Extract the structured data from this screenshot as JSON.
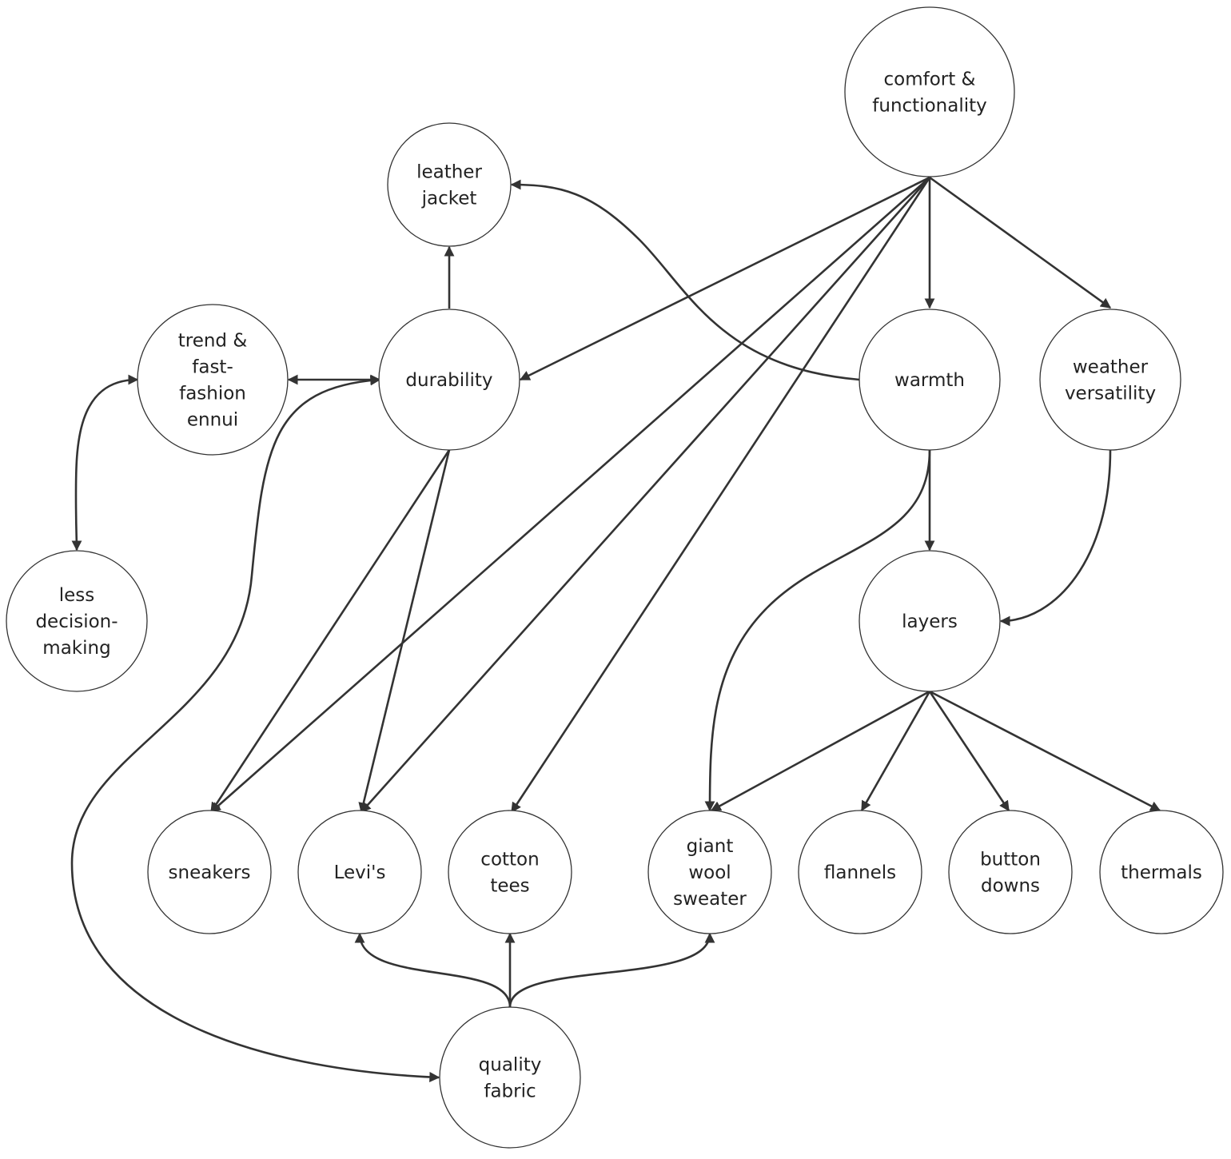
{
  "diagram": {
    "nodes": {
      "comfort": {
        "lines": [
          "comfort &",
          "functionality"
        ]
      },
      "leather": {
        "lines": [
          "leather",
          "jacket"
        ]
      },
      "trend": {
        "lines": [
          "trend &",
          "fast-",
          "fashion",
          "ennui"
        ]
      },
      "durability": {
        "lines": [
          "durability"
        ]
      },
      "warmth": {
        "lines": [
          "warmth"
        ]
      },
      "weather": {
        "lines": [
          "weather",
          "versatility"
        ]
      },
      "less": {
        "lines": [
          "less",
          "decision-",
          "making"
        ]
      },
      "layers": {
        "lines": [
          "layers"
        ]
      },
      "sneakers": {
        "lines": [
          "sneakers"
        ]
      },
      "levis": {
        "lines": [
          "Levi's"
        ]
      },
      "cotton": {
        "lines": [
          "cotton",
          "tees"
        ]
      },
      "sweater": {
        "lines": [
          "giant",
          "wool",
          "sweater"
        ]
      },
      "flannels": {
        "lines": [
          "flannels"
        ]
      },
      "buttondowns": {
        "lines": [
          "button",
          "downs"
        ]
      },
      "thermals": {
        "lines": [
          "thermals"
        ]
      },
      "quality": {
        "lines": [
          "quality",
          "fabric"
        ]
      }
    },
    "edges": [
      {
        "from": "comfort",
        "to": "durability",
        "direction": "forward"
      },
      {
        "from": "comfort",
        "to": "warmth",
        "direction": "forward"
      },
      {
        "from": "comfort",
        "to": "weather",
        "direction": "forward"
      },
      {
        "from": "comfort",
        "to": "sneakers",
        "direction": "forward"
      },
      {
        "from": "comfort",
        "to": "levis",
        "direction": "forward"
      },
      {
        "from": "comfort",
        "to": "cotton",
        "direction": "forward"
      },
      {
        "from": "durability",
        "to": "leather",
        "direction": "forward"
      },
      {
        "from": "durability",
        "to": "trend",
        "direction": "both"
      },
      {
        "from": "durability",
        "to": "sneakers",
        "direction": "forward"
      },
      {
        "from": "durability",
        "to": "levis",
        "direction": "forward"
      },
      {
        "from": "durability",
        "to": "quality",
        "direction": "both"
      },
      {
        "from": "warmth",
        "to": "leather",
        "direction": "forward"
      },
      {
        "from": "warmth",
        "to": "layers",
        "direction": "forward"
      },
      {
        "from": "warmth",
        "to": "sweater",
        "direction": "forward"
      },
      {
        "from": "weather",
        "to": "layers",
        "direction": "forward"
      },
      {
        "from": "trend",
        "to": "less",
        "direction": "both"
      },
      {
        "from": "layers",
        "to": "sweater",
        "direction": "forward"
      },
      {
        "from": "layers",
        "to": "flannels",
        "direction": "forward"
      },
      {
        "from": "layers",
        "to": "buttondowns",
        "direction": "forward"
      },
      {
        "from": "layers",
        "to": "thermals",
        "direction": "forward"
      },
      {
        "from": "quality",
        "to": "levis",
        "direction": "forward"
      },
      {
        "from": "quality",
        "to": "cotton",
        "direction": "forward"
      },
      {
        "from": "quality",
        "to": "sweater",
        "direction": "forward"
      }
    ]
  }
}
